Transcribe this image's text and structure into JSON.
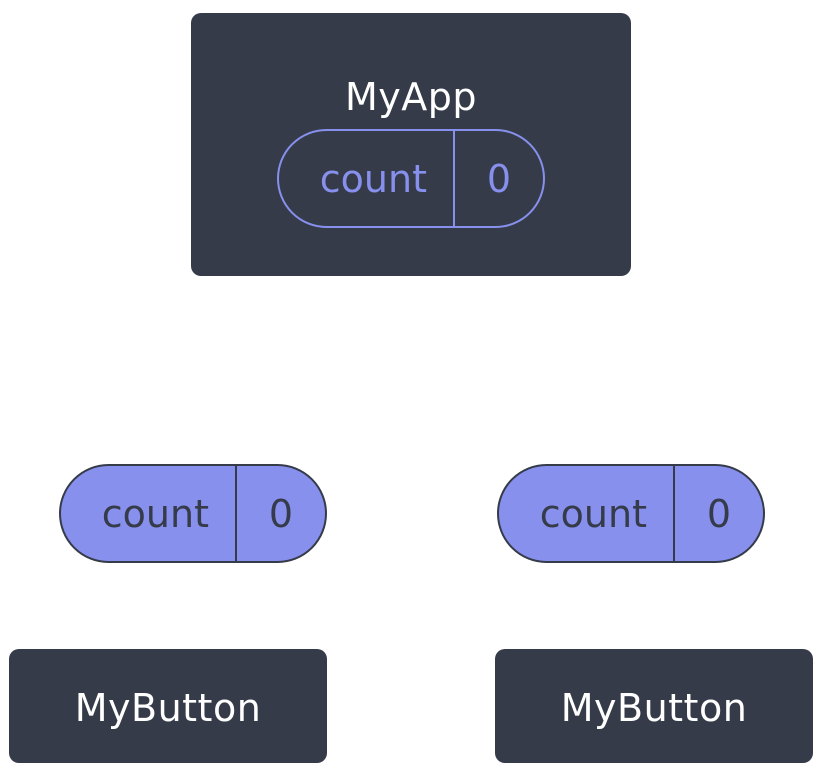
{
  "app": {
    "title": "MyApp",
    "state": {
      "label": "count",
      "value": "0"
    }
  },
  "buttons": [
    {
      "title": "MyButton",
      "state": {
        "label": "count",
        "value": "0"
      }
    },
    {
      "title": "MyButton",
      "state": {
        "label": "count",
        "value": "0"
      }
    }
  ],
  "colors": {
    "node_background": "#353b49",
    "state_accent": "#8790ed",
    "node_text": "#ffffff"
  }
}
